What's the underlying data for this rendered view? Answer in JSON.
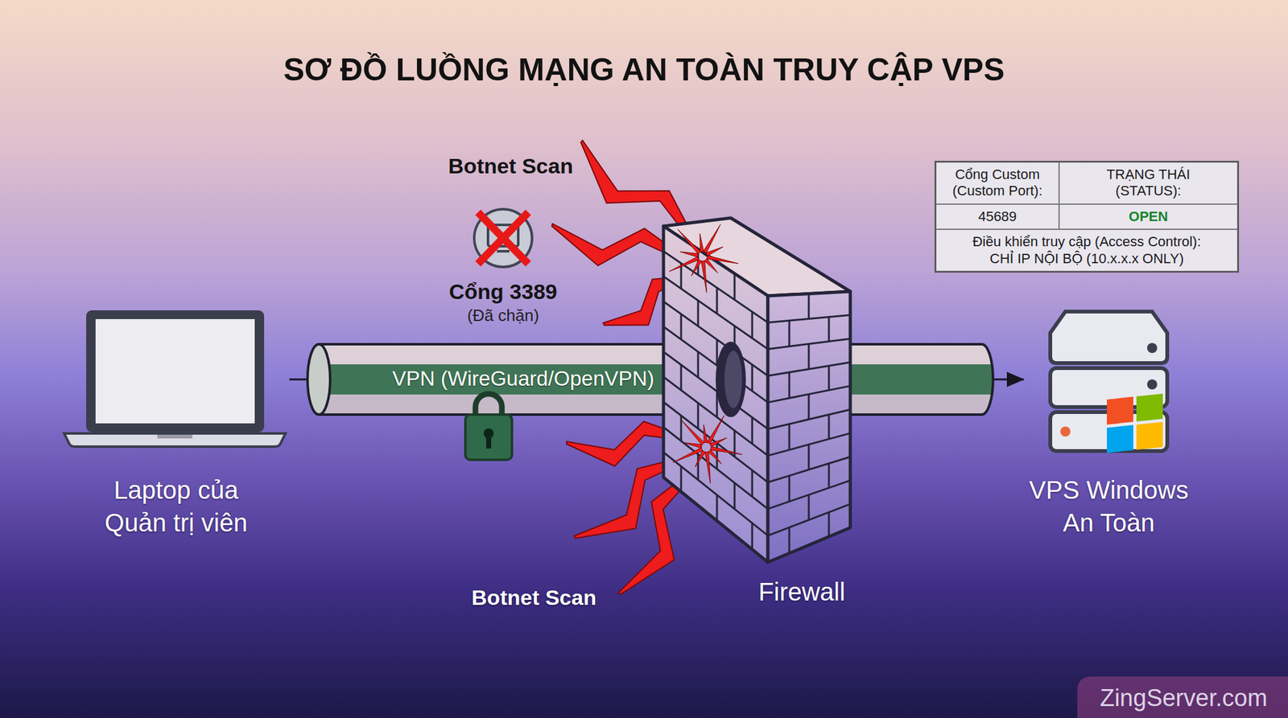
{
  "diagram": {
    "title": "SƠ ĐỒ LUỒNG MẠNG AN TOÀN TRUY CẬP VPS",
    "nodes": [
      {
        "text": [
          "Laptop của Quản trị viên"
        ]
      },
      {
        "text": [
          "Firewall"
        ]
      },
      {
        "text": [
          "VPS Windows An Toàn"
        ]
      }
    ],
    "edges": [
      {
        "from": 0,
        "to": 1,
        "label": "VPN (WireGuard/OpenVPN)",
        "arrow": "none"
      },
      {
        "from": 1,
        "to": 2,
        "arrow": "to"
      }
    ],
    "labels": [
      "Botnet Scan",
      "Cổng 3389",
      "(Đã chặn)",
      "Cổng Custom (Custom Port):",
      "TRẠNG THÁI (STATUS):",
      "45689",
      "OPEN",
      "Điều khiển truy cập (Access Control): CHỈ IP NỘI BỘ (10.x.x.x ONLY)",
      "Botnet Scan",
      "ZingServer.com"
    ]
  }
}
